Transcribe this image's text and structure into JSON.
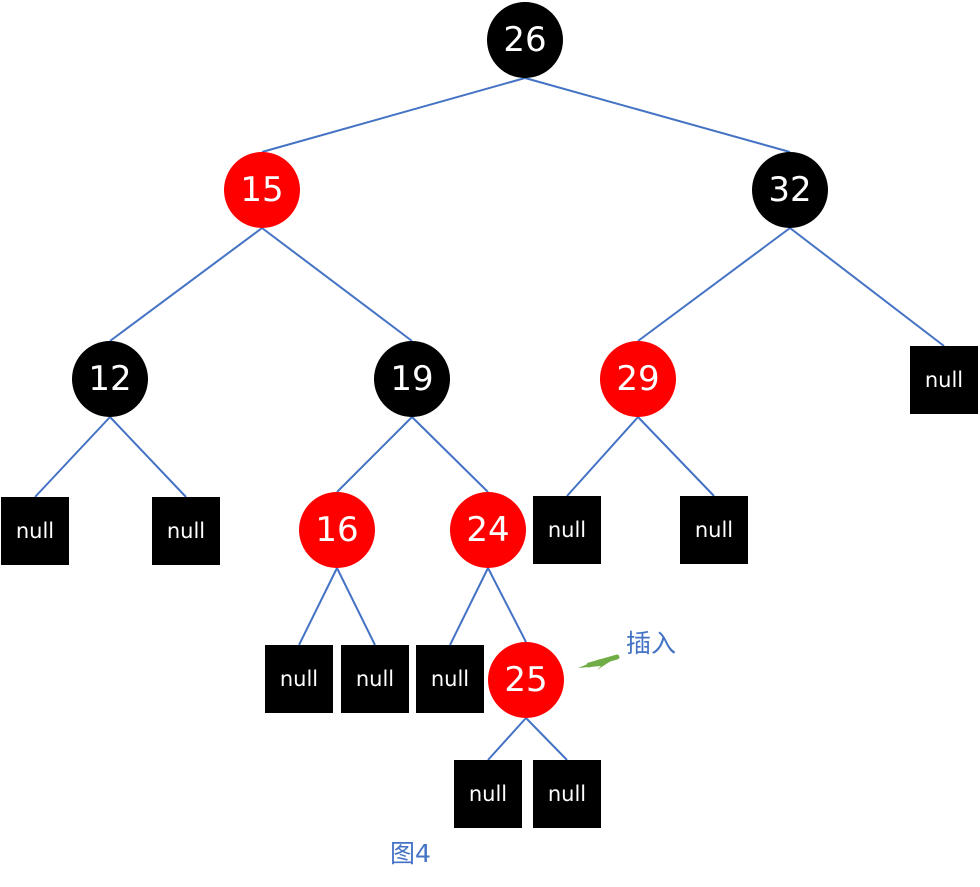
{
  "colors": {
    "black_node": "#000000",
    "red_node": "#FF0000",
    "edge": "#4472C4",
    "inserted_label": "#70AD47",
    "arrow": "#70AD47",
    "annotation_text": "#4472C4",
    "label": "#FFFFFF"
  },
  "nodes": [
    {
      "id": "n26",
      "label": "26",
      "color": "black"
    },
    {
      "id": "n15",
      "label": "15",
      "color": "red"
    },
    {
      "id": "n32",
      "label": "32",
      "color": "black"
    },
    {
      "id": "n12",
      "label": "12",
      "color": "black"
    },
    {
      "id": "n19",
      "label": "19",
      "color": "black"
    },
    {
      "id": "n29",
      "label": "29",
      "color": "red"
    },
    {
      "id": "n16",
      "label": "16",
      "color": "red"
    },
    {
      "id": "n24",
      "label": "24",
      "color": "red"
    },
    {
      "id": "n25",
      "label": "25",
      "color": "red",
      "inserted": true
    },
    {
      "id": "null-32-right",
      "label": "null",
      "color": "leaf"
    },
    {
      "id": "null-12-left",
      "label": "null",
      "color": "leaf"
    },
    {
      "id": "null-12-right",
      "label": "null",
      "color": "leaf"
    },
    {
      "id": "null-29-left",
      "label": "null",
      "color": "leaf"
    },
    {
      "id": "null-29-right",
      "label": "null",
      "color": "leaf"
    },
    {
      "id": "null-16-left",
      "label": "null",
      "color": "leaf"
    },
    {
      "id": "null-16-right",
      "label": "null",
      "color": "leaf"
    },
    {
      "id": "null-24-left",
      "label": "null",
      "color": "leaf"
    },
    {
      "id": "null-25-left",
      "label": "null",
      "color": "leaf"
    },
    {
      "id": "null-25-right",
      "label": "null",
      "color": "leaf"
    }
  ],
  "edges": [
    [
      "n26",
      "n15"
    ],
    [
      "n26",
      "n32"
    ],
    [
      "n15",
      "n12"
    ],
    [
      "n15",
      "n19"
    ],
    [
      "n32",
      "n29"
    ],
    [
      "n32",
      "null-32-right"
    ],
    [
      "n12",
      "null-12-left"
    ],
    [
      "n12",
      "null-12-right"
    ],
    [
      "n19",
      "n16"
    ],
    [
      "n19",
      "n24"
    ],
    [
      "n29",
      "null-29-left"
    ],
    [
      "n29",
      "null-29-right"
    ],
    [
      "n16",
      "null-16-left"
    ],
    [
      "n16",
      "null-16-right"
    ],
    [
      "n24",
      "null-24-left"
    ],
    [
      "n24",
      "n25"
    ],
    [
      "n25",
      "null-25-left"
    ],
    [
      "n25",
      "null-25-right"
    ]
  ],
  "annotation": {
    "insert_label": "插入",
    "arrow_target": "n25",
    "icon": "arrow-left-icon"
  },
  "caption": "图4"
}
